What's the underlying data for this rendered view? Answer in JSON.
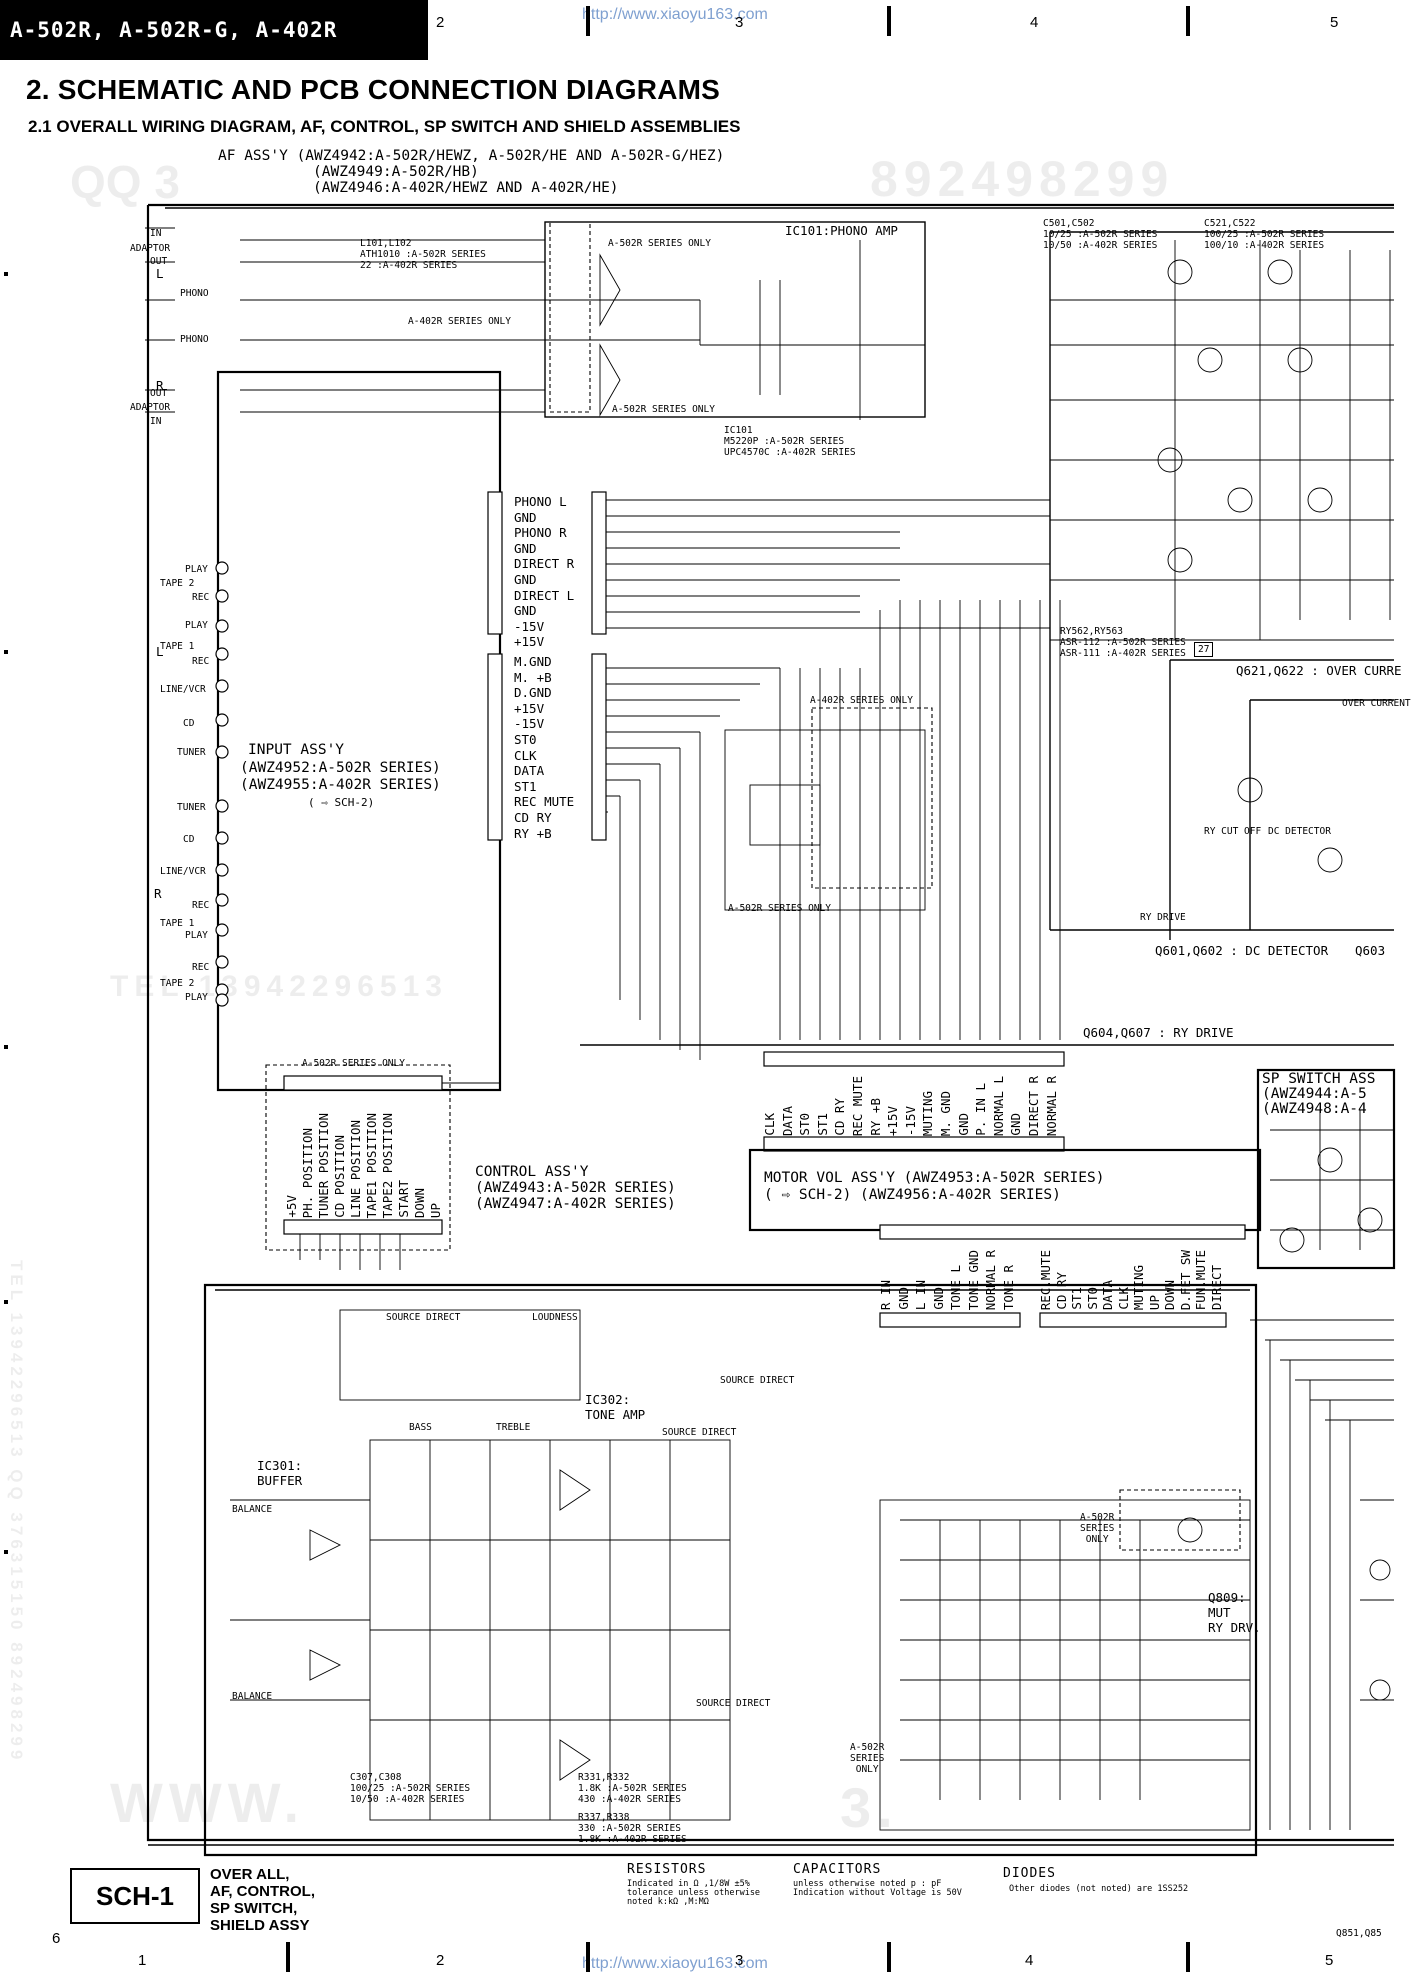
{
  "header": {
    "models": "A-502R, A-502R-G, A-402R",
    "url": "http://www.xiaoyu163.com",
    "top_col_numbers": [
      "2",
      "3",
      "4",
      "5"
    ],
    "bottom_col_numbers": [
      "1",
      "2",
      "3",
      "4",
      "5"
    ],
    "page_number": "6"
  },
  "title": "2. SCHEMATIC AND PCB CONNECTION DIAGRAMS",
  "subtitle": "2.1   OVERALL WIRING DIAGRAM, AF, CONTROL, SP SWITCH AND SHIELD ASSEMBLIES",
  "af_assy": {
    "lines": [
      "AF ASS'Y (AWZ4942:A-502R/HEWZ, A-502R/HE AND A-502R-G/HEZ)",
      "(AWZ4949:A-502R/HB)",
      "(AWZ4946:A-402R/HEWZ AND A-402R/HE)"
    ],
    "ic101_title": "IC101:PHONO AMP",
    "l101": [
      "L101,L102",
      "ATH1010 :A-502R SERIES",
      "22      :A-402R SERIES"
    ],
    "series_502_only": "A-502R SERIES ONLY",
    "series_402_only": "A-402R SERIES ONLY",
    "ic101_part": [
      "IC101",
      "M5220P  :A-502R SERIES",
      "UPC4570C :A-402R SERIES"
    ],
    "c501": [
      "C501,C502",
      "10/25 :A-502R SERIES",
      "10/50 :A-402R SERIES"
    ],
    "c521": [
      "C521,C522",
      "100/25 :A-502R SERIES",
      "100/10 :A-402R SERIES"
    ],
    "ry562": [
      "RY562,RY563",
      "ASR-112 :A-502R SERIES",
      "ASR-111 :A-402R SERIES"
    ],
    "box_27": "27",
    "q621": "Q621,Q622 : OVER CURRE",
    "q601": "Q601,Q602 : DC DETECTOR",
    "q603": "Q603",
    "q604": "Q604,Q607 : RY DRIVE",
    "ry_cut_off": "RY CUT OFF",
    "dc_detector": "DC DETECTOR",
    "ry_drive": "RY DRIVE",
    "over_current": "OVER CURRENT"
  },
  "left_jacks": {
    "L": "L",
    "R": "R",
    "adaptor_in": "IN",
    "adaptor_out": "OUT",
    "adaptor": "ADAPTOR",
    "phono": "PHONO",
    "top_group": [
      "PLAY",
      "TAPE 2",
      "REC",
      "PLAY",
      "TAPE 1",
      "REC",
      "LINE/VCR",
      "CD",
      "TUNER"
    ],
    "bottom_group": [
      "TUNER",
      "CD",
      "LINE/VCR",
      "REC",
      "TAPE 1",
      "PLAY",
      "REC",
      "TAPE 2",
      "PLAY"
    ]
  },
  "input_assy": {
    "title": "INPUT ASS'Y",
    "lines": [
      "(AWZ4952:A-502R SERIES)",
      "(AWZ4955:A-402R SERIES)",
      "( ⇨ SCH-2)"
    ],
    "connector_top": [
      "PHONO L",
      "GND",
      "PHONO R",
      "GND",
      "DIRECT R",
      "GND",
      "DIRECT L",
      "GND",
      "-15V",
      "+15V"
    ],
    "connector_bottom": [
      "M.GND",
      "M. +B",
      "D.GND",
      "+15V",
      "-15V",
      "ST0",
      "CLK",
      "DATA",
      "ST1",
      "REC MUTE",
      "CD RY",
      "RY +B"
    ]
  },
  "cn9_labels": [
    "CLK",
    "DATA",
    "ST0",
    "ST1",
    "CD RY",
    "REC MUTE",
    "RY +B",
    "+15V",
    "-15V",
    "MUTING",
    "M. GND",
    "GND",
    "P. IN L",
    "NORMAL L",
    "GND",
    "DIRECT R",
    "NORMAL R"
  ],
  "motor_vol": {
    "lines": [
      "MOTOR VOL ASS'Y (AWZ4953:A-502R SERIES)",
      "( ⇨ SCH-2)       (AWZ4956:A-402R SERIES)"
    ]
  },
  "control_assy": {
    "lines": [
      "CONTROL ASS'Y",
      "(AWZ4943:A-502R SERIES)",
      "(AWZ4947:A-402R SERIES)"
    ],
    "series_note": "A-502R SERIES ONLY",
    "cn_labels": [
      "+5V",
      "PH. POSITION",
      "TUNER POSITION",
      "CD POSITION",
      "LINE POSITION",
      "TAPE1 POSITION",
      "TAPE2 POSITION",
      "START",
      "DOWN",
      "UP"
    ],
    "cn_bottom_right_a": [
      "R IN",
      "GND",
      "L IN",
      "GND",
      "TONE L",
      "TONE GND",
      "NORMAL R",
      "TONE R"
    ],
    "cn_bottom_right_b": [
      "REC.MUTE",
      "CD RY",
      "ST1",
      "ST0",
      "DATA",
      "CLK",
      "MUTING",
      "UP",
      "DOWN",
      "D.FET SW",
      "FUN.MUTE",
      "DIRECT"
    ],
    "source_direct": "SOURCE DIRECT",
    "loudness": "LOUDNESS",
    "ic302": [
      "IC302:",
      "TONE AMP"
    ],
    "ic301": [
      "IC301:",
      "BUFFER"
    ],
    "bass": "BASS",
    "treble": "TREBLE",
    "balance": "BALANCE",
    "c307": [
      "C307,C308",
      "100/25 :A-502R SERIES",
      "10/50  :A-402R SERIES"
    ],
    "r331": [
      "R331,R332",
      "1.8K :A-502R SERIES",
      "430  :A-402R SERIES"
    ],
    "r337": [
      "R337,R338",
      "330  :A-502R SERIES",
      "1.8K :A-402R SERIES"
    ],
    "q809": [
      "Q809:",
      "MUT",
      "RY DRV."
    ],
    "a502_only": [
      "A-502R",
      "SERIES",
      "ONLY"
    ]
  },
  "sp_switch": {
    "lines": [
      "SP SWITCH ASS",
      "(AWZ4944:A-5",
      "(AWZ4948:A-4"
    ]
  },
  "footer": {
    "sch_id": "SCH-1",
    "desc": [
      "OVER ALL,",
      "AF, CONTROL,",
      "SP SWITCH,",
      "SHIELD ASSY"
    ],
    "resistors": "RESISTORS",
    "resistors_note": [
      "Indicated in Ω ,1/8W ±5%",
      "tolerance unless otherwise",
      "noted k:kΩ ,M:MΩ"
    ],
    "capacitors": "CAPACITORS",
    "capacitors_note": [
      "unless otherwise noted p : pF",
      "Indication without Voltage is 50V"
    ],
    "diodes": "DIODES",
    "diodes_note": [
      "Other diodes (not noted) are 1SS252"
    ],
    "q851": "Q851,Q85"
  },
  "watermarks": [
    "QQ 3",
    "892498299",
    "TEL 13942296513",
    "WWW.",
    "3.",
    "TEL 13942296513   QQ 376315150 892498299"
  ]
}
